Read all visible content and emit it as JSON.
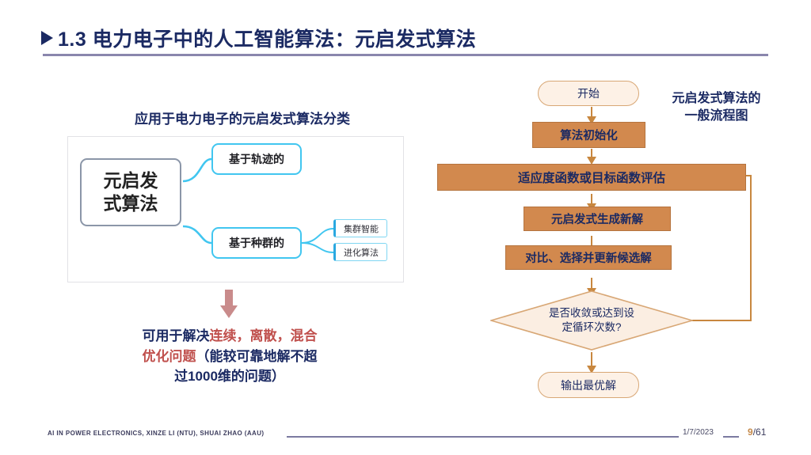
{
  "slide": {
    "bullet_marker": "►",
    "title": "1.3  电力电子中的人工智能算法：元启发式算法"
  },
  "left_panel": {
    "heading": "应用于电力电子的元启发式算法分类",
    "mindmap": {
      "root": "元启发\n式算法",
      "root_line1": "元启发",
      "root_line2": "式算法",
      "branch1": "基于轨迹的",
      "branch2": "基于种群的",
      "leaf1": "集群智能",
      "leaf2": "进化算法"
    },
    "arrow_icon": "down-arrow",
    "conclusion": {
      "line1_a": "可用于解决",
      "line1_b": "连续，离散，混合",
      "line2_a": "优化问题",
      "line2_b": "（能较可靠地解不超",
      "line3": "过1000维的问题）"
    }
  },
  "flowchart": {
    "label_line1": "元启发式算法的",
    "label_line2": "一般流程图",
    "nodes": {
      "start": "开始",
      "init": "算法初始化",
      "evaluate": "适应度函数或目标函数评估",
      "generate": "元启发式生成新解",
      "update": "对比、选择并更新候选解",
      "decision_line1": "是否收敛或达到设",
      "decision_line2": "定循环次数?",
      "end": "输出最优解"
    }
  },
  "footer": {
    "credits": "AI IN POWER ELECTRONICS, XINZE LI (NTU), SHUAI ZHAO (AAU)",
    "date": "1/7/2023",
    "page_current": "9",
    "page_separator": "/",
    "page_total": "61"
  },
  "colors": {
    "navy": "#1b2a63",
    "process_fill": "#d2894e",
    "terminal_fill": "#fdf1e6",
    "terminal_border": "#d8a775",
    "branch_border": "#41c6f0",
    "highlight_red": "#c0504d",
    "arrow_rose": "#c98b8b",
    "rule": "#8a86ad",
    "page_accent": "#c58a4a"
  }
}
